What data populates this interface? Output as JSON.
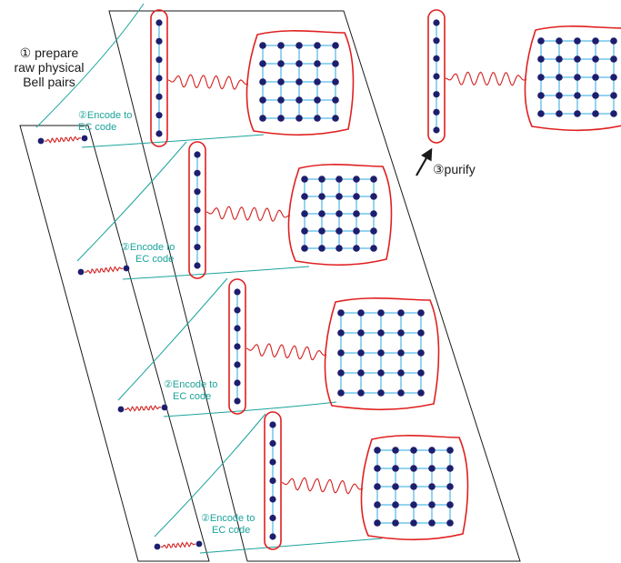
{
  "labels": {
    "step1_line1": "① prepare",
    "step1_line2": "raw physical",
    "step1_line3": "Bell pairs",
    "encode_a_line1": "②Encode to",
    "encode_a_line2": "EC code",
    "encode_b_line1": "②Encode to",
    "encode_b_line2": "EC  code",
    "encode_c_line1": "②Encode to",
    "encode_c_line2": "EC code",
    "encode_d_line1": "②Encode to",
    "encode_d_line2": "EC code",
    "purify": "③purify"
  },
  "colors": {
    "node": "#1e1e6e",
    "lattice_edge": "#2aa8e0",
    "outline": "#e02020",
    "entanglement": "#d42020",
    "projection": "#1aa39a",
    "frame": "#1a1a1a",
    "arrow": "#1a1a1a"
  },
  "structure": {
    "line_node_count": 7,
    "grid_rows": 5,
    "grid_cols": 5,
    "encoded_pair_copies": 5,
    "raw_bell_pair_node_count": 2
  }
}
